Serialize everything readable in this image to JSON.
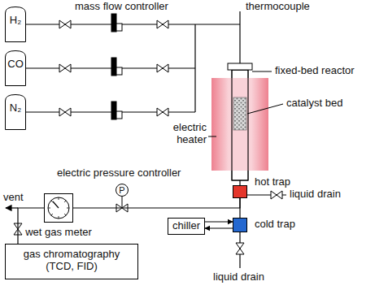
{
  "diagram": {
    "nodes": [
      {
        "text": [
          "H₂"
        ]
      },
      {
        "text": [
          "CO"
        ]
      },
      {
        "text": [
          "N₂"
        ]
      },
      {
        "text": [
          "hot trap"
        ]
      },
      {
        "text": [
          "cold trap"
        ]
      },
      {
        "text": [
          "chiller"
        ]
      },
      {
        "text": [
          "P"
        ]
      },
      {
        "text": [
          "wet gas meter"
        ]
      },
      {
        "text": [
          "gas chromatography (TCD, FID)"
        ]
      }
    ],
    "edges": [
      {
        "from": 3,
        "to": 4,
        "arrow": "none"
      },
      {
        "from": 5,
        "to": 4,
        "arrow": "to"
      },
      {
        "from": 4,
        "to": 5,
        "arrow": "to"
      },
      {
        "from": 3,
        "to": 7,
        "arrow": "none"
      },
      {
        "from": 7,
        "to": 8,
        "arrow": "none"
      }
    ],
    "labels": [
      "mass flow controller",
      "thermocouple",
      "fixed-bed reactor",
      "catalyst bed",
      "electric heater",
      "electric pressure controller",
      "liquid drain",
      "liquid drain",
      "vent"
    ]
  }
}
